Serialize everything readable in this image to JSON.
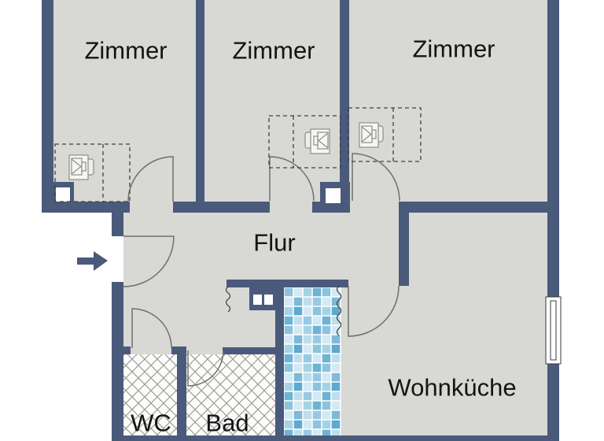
{
  "floorplan": {
    "rooms": [
      {
        "id": "zimmer-1",
        "label": "Zimmer"
      },
      {
        "id": "zimmer-2",
        "label": "Zimmer"
      },
      {
        "id": "zimmer-3",
        "label": "Zimmer"
      },
      {
        "id": "flur",
        "label": "Flur"
      },
      {
        "id": "wc",
        "label": "WC"
      },
      {
        "id": "bad",
        "label": "Bad"
      },
      {
        "id": "wohnkueche",
        "label": "Wohnküche"
      }
    ],
    "colors": {
      "wall": "#4a5a7b",
      "floor": "#d8d8d4",
      "outside": "#ffffff",
      "door_swing": "#70706b",
      "hatch_line": "#9c9c98",
      "dashed_outline": "#404040",
      "entrance_arrow": "#4a5a7b",
      "tile_palette": [
        "#d3e9f3",
        "#a6d2e6",
        "#8cc3dd",
        "#6db3d4",
        "#5ea9cf",
        "#bfdeed",
        "#97cae2",
        "#7db9d8"
      ]
    },
    "icons": [
      "entrance-arrow-icon",
      "desk-icon",
      "window-icon",
      "stove-icon",
      "wall-niche",
      "radiator-squiggle-icon"
    ]
  }
}
